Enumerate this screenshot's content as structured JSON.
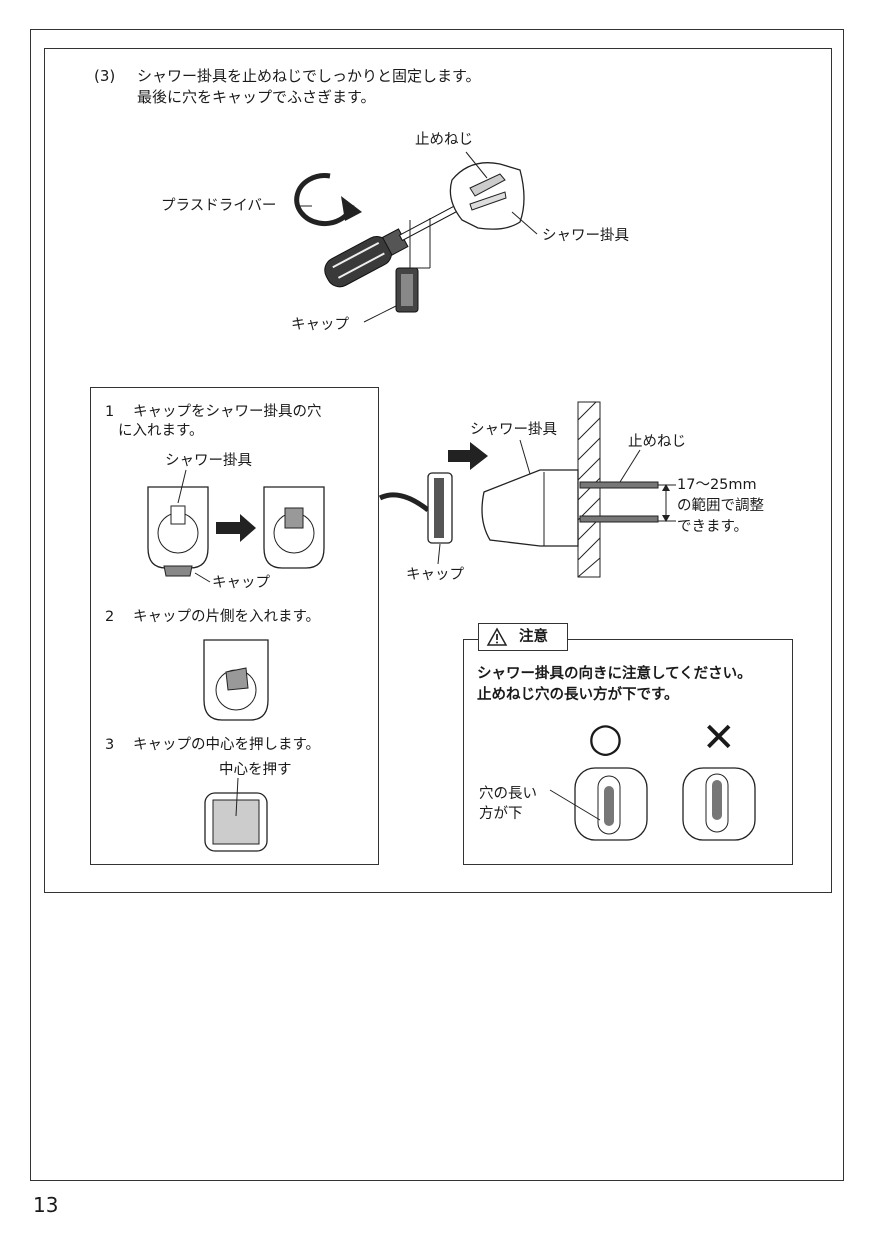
{
  "step3": {
    "num": "(3)",
    "line1": "シャワー掛具を止めねじでしっかりと固定します。",
    "line2": "最後に穴をキャップでふさぎます。"
  },
  "top_diagram": {
    "label_screw": "止めねじ",
    "label_driver": "プラスドライバー",
    "label_holder": "シャワー掛具",
    "label_cap": "キャップ"
  },
  "cap_box": {
    "s1_num": "1",
    "s1_line1": "キャップをシャワー掛具の穴",
    "s1_line2": "に入れます。",
    "s1_holder": "シャワー掛具",
    "s1_cap": "キャップ",
    "s2_num": "2",
    "s2_text": "キャップの片側を入れます。",
    "s3_num": "3",
    "s3_text": "キャップの中心を押します。",
    "s3_push": "中心を押す"
  },
  "side_diagram": {
    "label_holder": "シャワー掛具",
    "label_screw": "止めねじ",
    "label_cap": "キャップ",
    "range_line1": "17〜25mm",
    "range_line2": "の範囲で調整",
    "range_line3": "できます。"
  },
  "caution": {
    "title": "注意",
    "line1": "シャワー掛具の向きに注意してください。",
    "line2": "止めねじ穴の長い方が下です。",
    "ok_mark": "○",
    "ng_mark": "✕",
    "hole_line1": "穴の長い",
    "hole_line2": "方が下"
  },
  "page_number": "13"
}
